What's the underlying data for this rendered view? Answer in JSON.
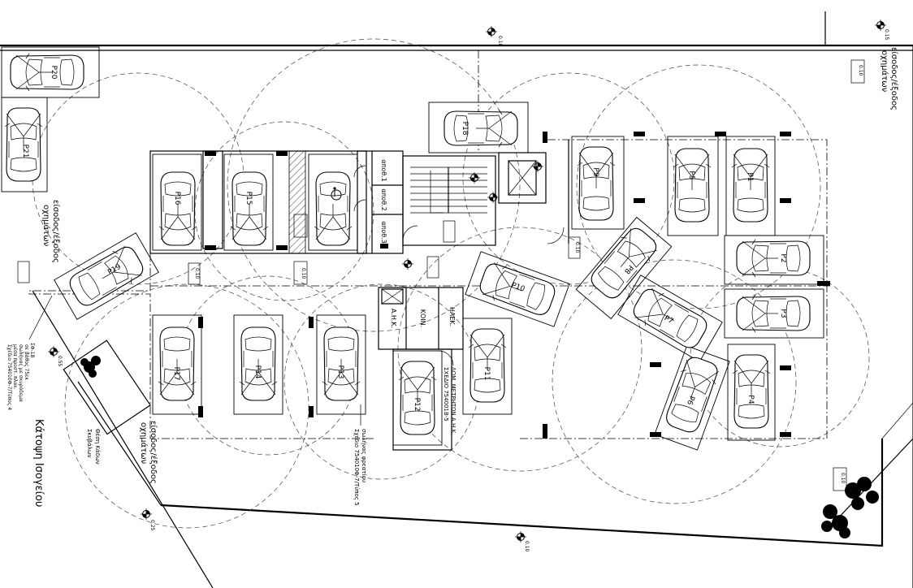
{
  "drawing": {
    "title": "Κάτοψη Ισογείου",
    "entrance_label_line1": "είσοδος/έξοδος",
    "entrance_label_line2": "οχημάτων",
    "bin_label_line1": "Θέση Κάδων",
    "bin_label_line2": "Σκυβάλων",
    "pipe_note": [
      "σωλήνας φρεατίου",
      "Σχέδιο 754010Φ-7/Τύπος 5"
    ],
    "fire_note": [
      "ΔΩΜ. ΜΕΤΡΗΤΩΝ Α.Η.Κ.",
      "ΣΧΕΔΙΟ 754001Β-5"
    ],
    "left_note": [
      "ΣΦ-1Β",
      "σε βάθος 75εκ",
      "σωλήνας με σκυρόδεμα",
      "μέσα προστ. πλακ.",
      "Σχέδιο 754010Φ-7/Τύπος 4"
    ]
  },
  "rooms": {
    "storage": [
      "αποθ.1",
      "αποθ.2",
      "αποθ.3"
    ],
    "utility": [
      "Α.Η.Κ.",
      "ΚΟΙΝ.",
      "ΗΛΕΚ."
    ]
  },
  "parking": {
    "spaces": [
      "P1",
      "P2",
      "P3",
      "P4",
      "P5",
      "P6",
      "P7",
      "P8",
      "P9",
      "P10",
      "P11",
      "P12",
      "P13",
      "P14",
      "P15",
      "P16",
      "P17",
      "P18",
      "P19",
      "P20",
      "P21"
    ]
  },
  "levels": {
    "markers": [
      "0.10",
      "0.15",
      "0.55",
      "0.25",
      "0.10",
      "0.10",
      "0.10",
      "0.10",
      "0.10",
      "0.10"
    ]
  },
  "colors": {
    "line": "#000000",
    "dash": "#444444",
    "background": "#ffffff"
  }
}
